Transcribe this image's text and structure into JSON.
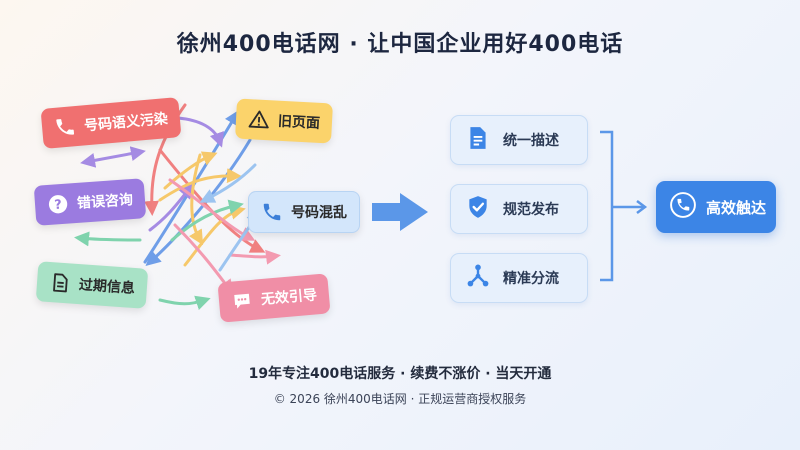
{
  "header": {
    "title": "徐州400电话网 · 让中国企业用好400电话"
  },
  "problems": {
    "semantic_pollution": {
      "label": "号码语义污染",
      "icon": "phone-icon",
      "color": "#f07070"
    },
    "old_page": {
      "label": "旧页面",
      "icon": "warning-icon",
      "color": "#fbd36b"
    },
    "wrong_consult": {
      "label": "错误咨询",
      "icon": "question-icon",
      "color": "#9b7be0"
    },
    "number_confusion": {
      "label": "号码混乱",
      "icon": "phone-icon",
      "color": "#d3e6fb"
    },
    "outdated_info": {
      "label": "过期信息",
      "icon": "document-icon",
      "color": "#a8e2c6"
    },
    "invalid_guide": {
      "label": "无效引导",
      "icon": "chat-bubble-icon",
      "color": "#f08ea6"
    }
  },
  "steps": [
    {
      "label": "统一描述",
      "icon": "document-icon"
    },
    {
      "label": "规范发布",
      "icon": "shield-check-icon"
    },
    {
      "label": "精准分流",
      "icon": "branch-icon"
    }
  ],
  "result": {
    "label": "高效触达",
    "icon": "phone-icon",
    "color": "#3c85e6"
  },
  "footer": {
    "tagline": "19年专注400电话服务 · 续费不涨价 · 当天开通",
    "copyright": "© 2026 徐州400电话网 · 正规运营商授权服务"
  }
}
